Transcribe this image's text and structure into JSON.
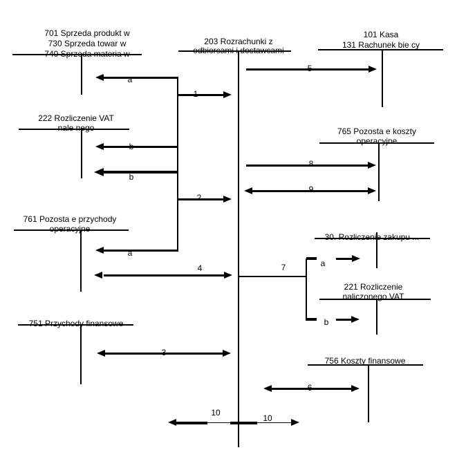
{
  "diagram": {
    "accounts": {
      "sales": {
        "line1": "701 Sprzeda  produkt  w",
        "line2": "730 Sprzeda  towar  w",
        "line3_clipped": "740 Sprzeda  materia  w"
      },
      "vat_due": {
        "line1": "222 Rozliczenie VAT",
        "line2": "nale nego"
      },
      "other_revenue": {
        "line1": "761 Pozosta e przychody",
        "line2": "operacyjne"
      },
      "fin_revenue": {
        "line1": "751 Przychody finansowe"
      },
      "receivables": {
        "line1": "203 Rozrachunki z",
        "line2_clipped": "odbiorcami i dostawcami"
      },
      "cash": {
        "line1": "101 Kasa",
        "line2": "131 Rachunek bie  cy"
      },
      "other_costs": {
        "line1": "765 Pozosta e koszty",
        "line2": "operacyjne"
      },
      "purchase_settlement": {
        "line1": "30. Rozliczenie zakupu ..."
      },
      "vat_input": {
        "line1": "221 Rozliczenie",
        "line2": "naliczonego VAT"
      },
      "fin_costs": {
        "line1": "756 Koszty finansowe"
      }
    },
    "labels": {
      "n1": "1",
      "n2": "2",
      "n3": "3",
      "n4": "4",
      "n5": "5",
      "n6": "6",
      "n7": "7",
      "n8": "8",
      "n9": "9",
      "n10_left": "10",
      "n10_right": "10",
      "a1": "a",
      "b1": "b",
      "b2": "b",
      "a2": "a",
      "a7": "a",
      "b7": "b"
    },
    "colors": {
      "line": "#000000",
      "background": "#ffffff"
    }
  }
}
